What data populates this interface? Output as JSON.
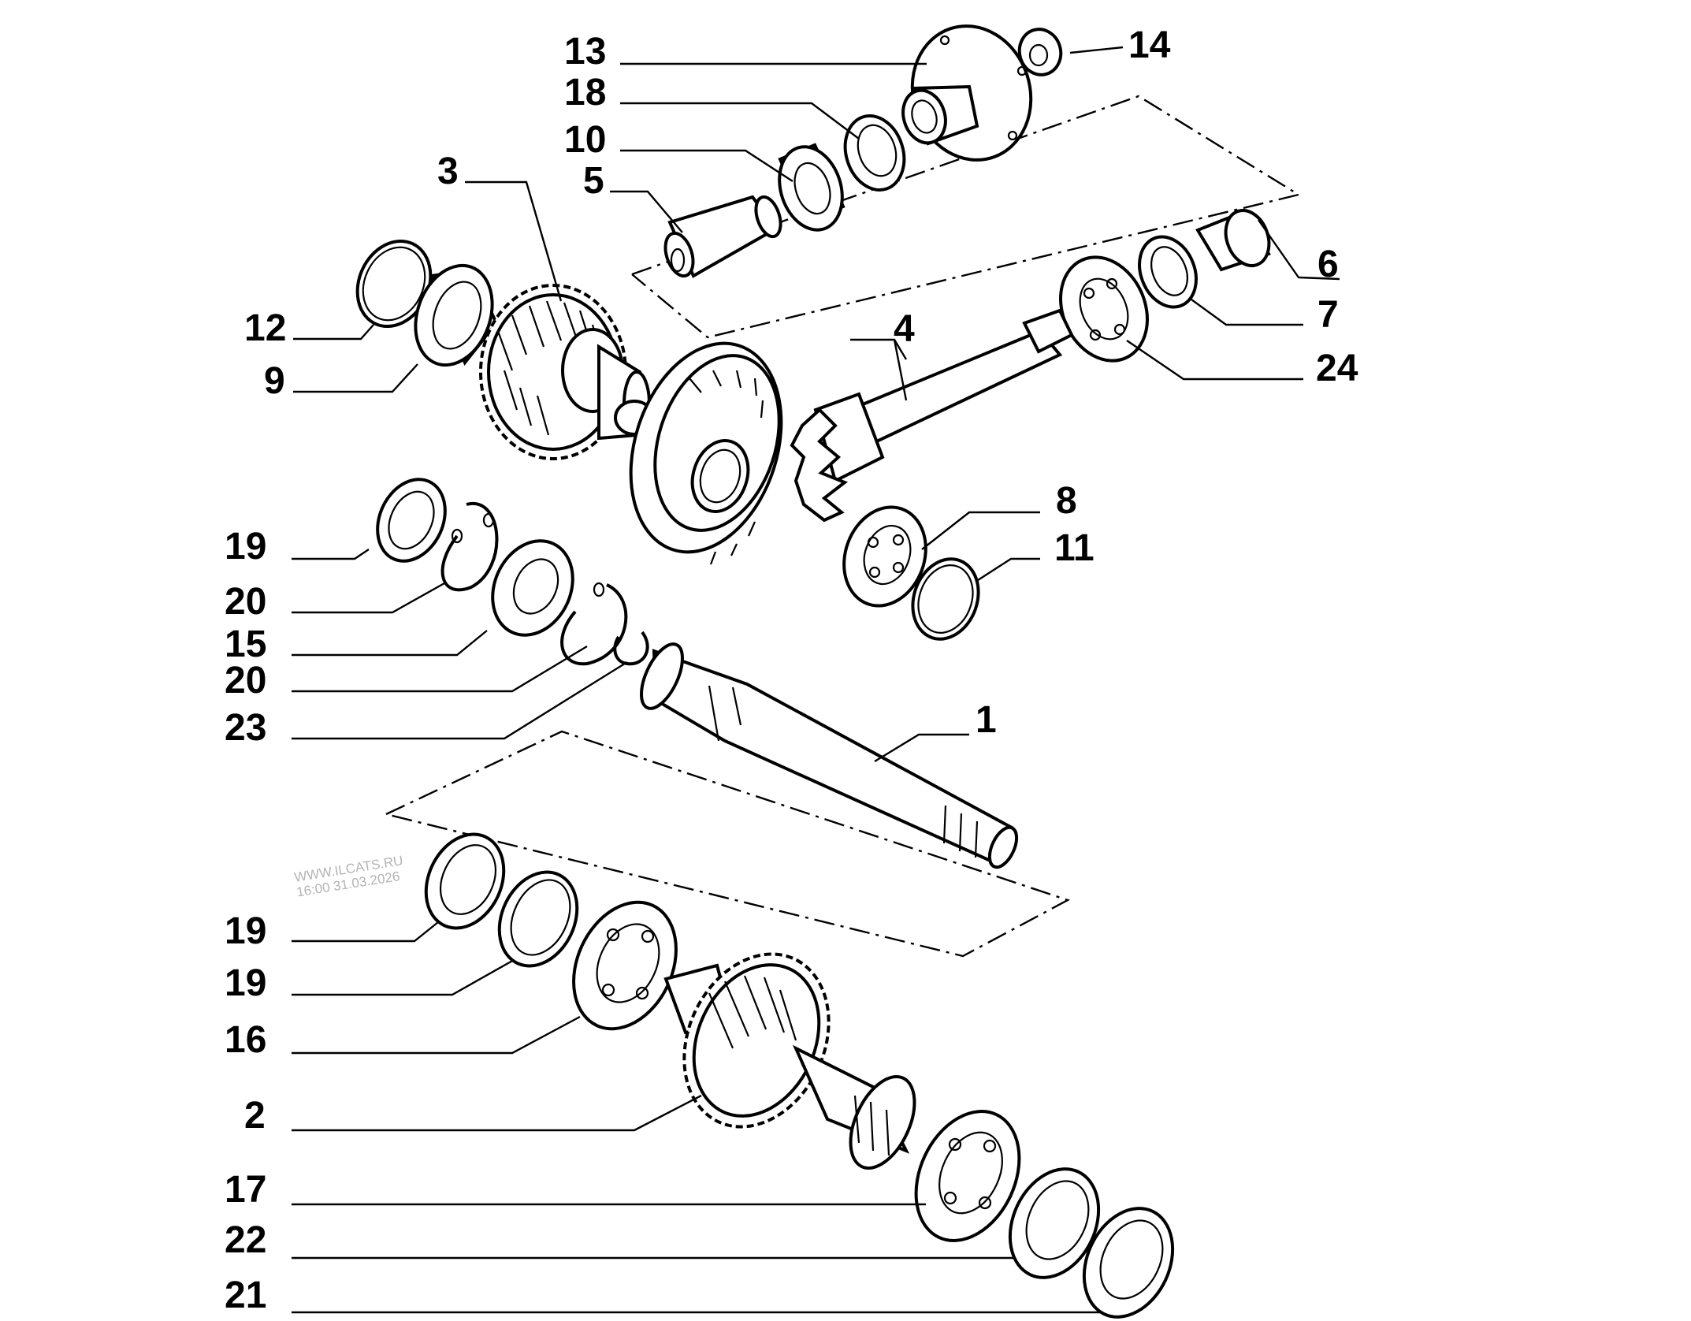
{
  "watermark": {
    "site": "WWW.ILCATS.RU",
    "timestamp": "16:00 31.03.2026"
  },
  "callouts": {
    "c13": "13",
    "c14": "14",
    "c18": "18",
    "c10": "10",
    "c5": "5",
    "c3": "3",
    "c6": "6",
    "c7": "7",
    "c12": "12",
    "c9": "9",
    "c4": "4",
    "c24": "24",
    "c8": "8",
    "c11": "11",
    "c19a": "19",
    "c20a": "20",
    "c15": "15",
    "c20b": "20",
    "c23": "23",
    "c1": "1",
    "c19b": "19",
    "c19c": "19",
    "c16": "16",
    "c2": "2",
    "c17": "17",
    "c22": "22",
    "c21": "21"
  }
}
